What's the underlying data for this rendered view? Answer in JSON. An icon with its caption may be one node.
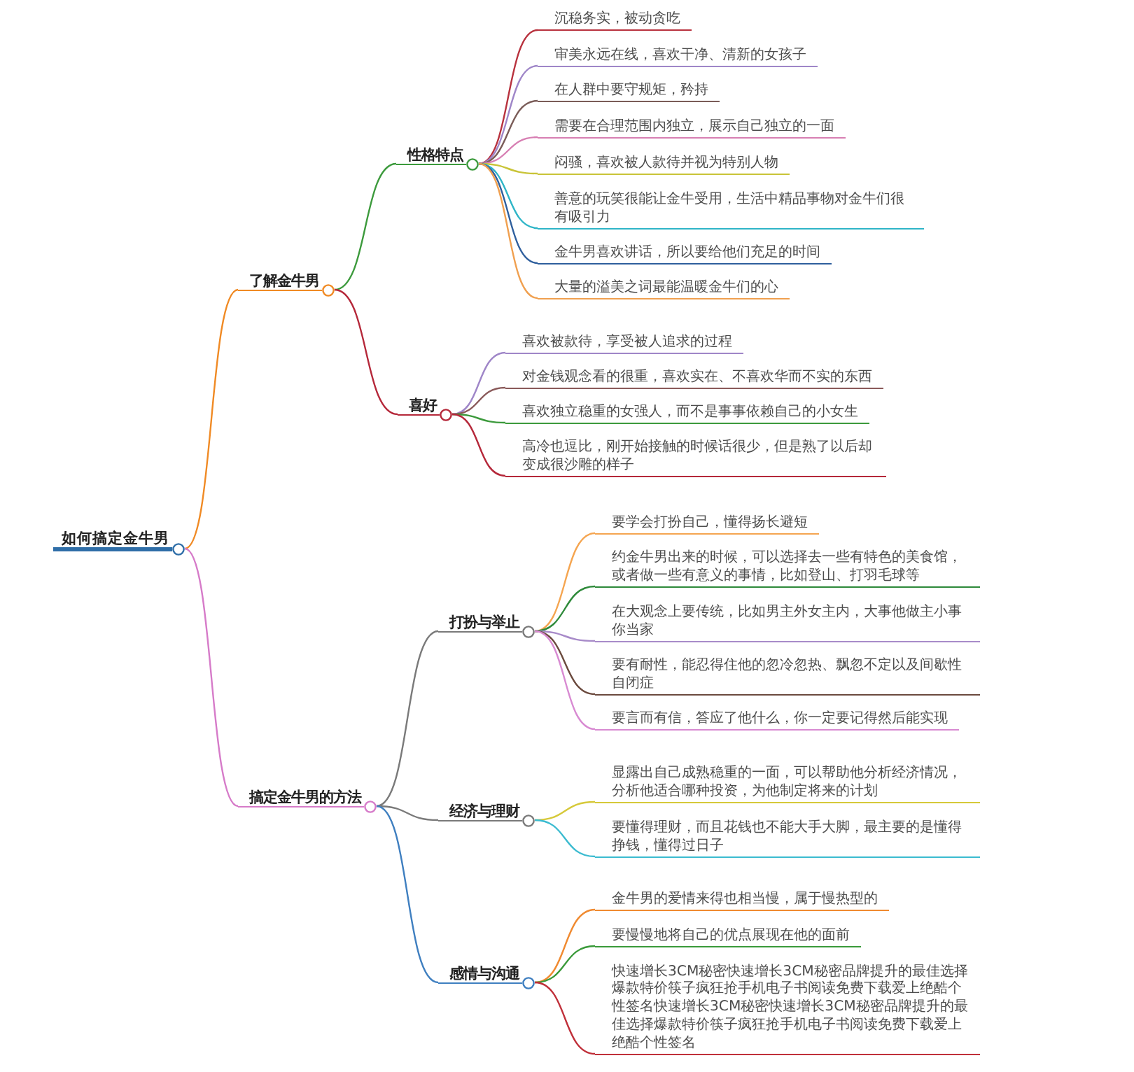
{
  "diagram": {
    "nodes": [
      {
        "text": [
          "如何搞定金牛男"
        ]
      },
      {
        "text": [
          "了解金牛男"
        ]
      },
      {
        "text": [
          "性格特点"
        ]
      },
      {
        "text": [
          "沉稳务实，被动贪吃"
        ]
      },
      {
        "text": [
          "审美永远在线，喜欢干净、清新的女孩子"
        ]
      },
      {
        "text": [
          "在人群中要守规矩，矜持"
        ]
      },
      {
        "text": [
          "需要在合理范围内独立，展示自己独立的一面"
        ]
      },
      {
        "text": [
          "闷骚，喜欢被人款待并视为特别人物"
        ]
      },
      {
        "text": [
          "善意的玩笑很能让金牛受用，生活中精品事物对金牛们很有吸引力"
        ]
      },
      {
        "text": [
          "金牛男喜欢讲话，所以要给他们充足的时间"
        ]
      },
      {
        "text": [
          "大量的溢美之词最能温暖金牛们的心"
        ]
      },
      {
        "text": [
          "喜好"
        ]
      },
      {
        "text": [
          "喜欢被款待，享受被人追求的过程"
        ]
      },
      {
        "text": [
          "对金钱观念看的很重，喜欢实在、不喜欢华而不实的东西"
        ]
      },
      {
        "text": [
          "喜欢独立稳重的女强人，而不是事事依赖自己的小女生"
        ]
      },
      {
        "text": [
          "高冷也逗比，刚开始接触的时候话很少，但是熟了以后却变成很沙雕的样子"
        ]
      },
      {
        "text": [
          "搞定金牛男的方法"
        ]
      },
      {
        "text": [
          "打扮与举止"
        ]
      },
      {
        "text": [
          "要学会打扮自己，懂得扬长避短"
        ]
      },
      {
        "text": [
          "约金牛男出来的时候，可以选择去一些有特色的美食馆，或者做一些有意义的事情，比如登山、打羽毛球等"
        ]
      },
      {
        "text": [
          "在大观念上要传统，比如男主外女主内，大事他做主小事你当家"
        ]
      },
      {
        "text": [
          "要有耐性，能忍得住他的忽冷忽热、飘忽不定以及间歇性自闭症"
        ]
      },
      {
        "text": [
          "要言而有信，答应了他什么，你一定要记得然后能实现"
        ]
      },
      {
        "text": [
          "经济与理财"
        ]
      },
      {
        "text": [
          "显露出自己成熟稳重的一面，可以帮助他分析经济情况，分析他适合哪种投资，为他制定将来的计划"
        ]
      },
      {
        "text": [
          "要懂得理财，而且花钱也不能大手大脚，最主要的是懂得挣钱，懂得过日子"
        ]
      },
      {
        "text": [
          "感情与沟通"
        ]
      },
      {
        "text": [
          "金牛男的爱情来得也相当慢，属于慢热型的"
        ]
      },
      {
        "text": [
          "要慢慢地将自己的优点展现在他的面前"
        ]
      },
      {
        "text": [
          "快速增长3CM秘密快速增长3CM秘密品牌提升的最佳选择爆款特价筷子疯狂抢手机电子书阅读免费下载爱上绝酷个性签名快速增长3CM秘密快速增长3CM秘密品牌提升的最佳选择爆款特价筷子疯狂抢手机电子书阅读免费下载爱上绝酷个性签名"
        ]
      }
    ],
    "edges": [
      {
        "from": 0,
        "to": 1,
        "arrow": "none",
        "color": "#f08a24"
      },
      {
        "from": 1,
        "to": 2,
        "arrow": "none",
        "color": "#3c9a3c"
      },
      {
        "from": 2,
        "to": 3,
        "arrow": "none",
        "color": "#b8323e"
      },
      {
        "from": 2,
        "to": 4,
        "arrow": "none",
        "color": "#9f86c8"
      },
      {
        "from": 2,
        "to": 5,
        "arrow": "none",
        "color": "#7a5c58"
      },
      {
        "from": 2,
        "to": 6,
        "arrow": "none",
        "color": "#d77fb3"
      },
      {
        "from": 2,
        "to": 7,
        "arrow": "none",
        "color": "#c9c438"
      },
      {
        "from": 2,
        "to": 8,
        "arrow": "none",
        "color": "#2fb5c7"
      },
      {
        "from": 2,
        "to": 9,
        "arrow": "none",
        "color": "#2f5f9d"
      },
      {
        "from": 2,
        "to": 10,
        "arrow": "none",
        "color": "#f0a050"
      },
      {
        "from": 1,
        "to": 11,
        "arrow": "none",
        "color": "#b5283a"
      },
      {
        "from": 11,
        "to": 12,
        "arrow": "none",
        "color": "#9f86c8"
      },
      {
        "from": 11,
        "to": 13,
        "arrow": "none",
        "color": "#8a5a5a"
      },
      {
        "from": 11,
        "to": 14,
        "arrow": "none",
        "color": "#3c9a3c"
      },
      {
        "from": 11,
        "to": 15,
        "arrow": "none",
        "color": "#b5283a"
      },
      {
        "from": 0,
        "to": 16,
        "arrow": "none",
        "color": "#d67bc9"
      },
      {
        "from": 16,
        "to": 17,
        "arrow": "none",
        "color": "#7a7a7a"
      },
      {
        "from": 17,
        "to": 18,
        "arrow": "none",
        "color": "#f5a550"
      },
      {
        "from": 17,
        "to": 19,
        "arrow": "none",
        "color": "#2e8a3a"
      },
      {
        "from": 17,
        "to": 20,
        "arrow": "none",
        "color": "#a88bc9"
      },
      {
        "from": 17,
        "to": 21,
        "arrow": "none",
        "color": "#6b4a3e"
      },
      {
        "from": 17,
        "to": 22,
        "arrow": "none",
        "color": "#d88ad2"
      },
      {
        "from": 16,
        "to": 23,
        "arrow": "none",
        "color": "#7a7a7a"
      },
      {
        "from": 23,
        "to": 24,
        "arrow": "none",
        "color": "#d6c93a"
      },
      {
        "from": 23,
        "to": 25,
        "arrow": "none",
        "color": "#3bbbd0"
      },
      {
        "from": 16,
        "to": 26,
        "arrow": "none",
        "color": "#3f7fc0"
      },
      {
        "from": 26,
        "to": 27,
        "arrow": "none",
        "color": "#f08a30"
      },
      {
        "from": 26,
        "to": 28,
        "arrow": "none",
        "color": "#3a9a3a"
      },
      {
        "from": 26,
        "to": 29,
        "arrow": "none",
        "color": "#c0303a"
      }
    ]
  }
}
